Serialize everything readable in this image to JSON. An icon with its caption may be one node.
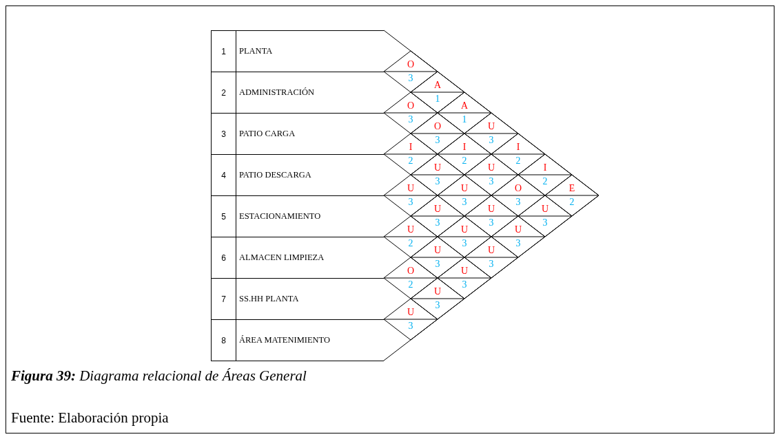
{
  "diagram": {
    "caption": "**Figura 39:** Diagrama relacional de Áreas General",
    "nodes": [
      {
        "text": [
          "1",
          "PLANTA"
        ]
      },
      {
        "text": [
          "2",
          "ADMINISTRACIÓN"
        ]
      },
      {
        "text": [
          "3",
          "PATIO CARGA"
        ]
      },
      {
        "text": [
          "4",
          "PATIO DESCARGA"
        ]
      },
      {
        "text": [
          "5",
          "ESTACIONAMIENTO"
        ]
      },
      {
        "text": [
          "6",
          "ALMACEN LIMPIEZA"
        ]
      },
      {
        "text": [
          "7",
          "SS.HH PLANTA"
        ]
      },
      {
        "text": [
          "8",
          "ÁREA MATENIMIENTO"
        ]
      },
      {
        "text": [
          "O",
          "3"
        ]
      },
      {
        "text": [
          "A",
          "1"
        ]
      },
      {
        "text": [
          "O",
          "3"
        ]
      },
      {
        "text": [
          "A",
          "1"
        ]
      },
      {
        "text": [
          "O",
          "3"
        ]
      },
      {
        "text": [
          "U",
          "3"
        ]
      },
      {
        "text": [
          "I",
          "2"
        ]
      },
      {
        "text": [
          "I",
          "2"
        ]
      },
      {
        "text": [
          "I",
          "2"
        ]
      },
      {
        "text": [
          "U",
          "3"
        ]
      },
      {
        "text": [
          "U",
          "3"
        ]
      },
      {
        "text": [
          "I",
          "2"
        ]
      },
      {
        "text": [
          "U",
          "3"
        ]
      },
      {
        "text": [
          "U",
          "3"
        ]
      },
      {
        "text": [
          "O",
          "3"
        ]
      },
      {
        "text": [
          "E",
          "2"
        ]
      },
      {
        "text": [
          "U",
          "3"
        ]
      },
      {
        "text": [
          "U",
          "3"
        ]
      },
      {
        "text": [
          "U",
          "3"
        ]
      },
      {
        "text": [
          "U",
          "2"
        ]
      },
      {
        "text": [
          "U",
          "3"
        ]
      },
      {
        "text": [
          "U",
          "3"
        ]
      },
      {
        "text": [
          "U",
          "3"
        ]
      },
      {
        "text": [
          "U",
          "3"
        ]
      },
      {
        "text": [
          "O",
          "2"
        ]
      },
      {
        "text": [
          "U",
          "3"
        ]
      },
      {
        "text": [
          "U",
          "3"
        ]
      },
      {
        "text": [
          "U",
          "3"
        ]
      }
    ],
    "labels": [
      "Fuente: Elaboración propia"
    ]
  }
}
